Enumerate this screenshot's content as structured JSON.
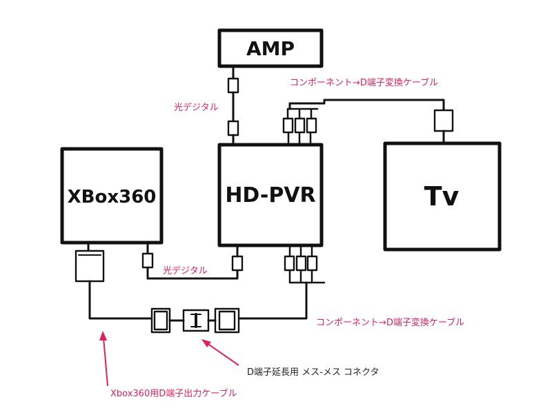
{
  "colors": {
    "ink": "#111111",
    "annotation": "#e0205a",
    "annotation_dark": "#222222",
    "background": "#ffffff"
  },
  "devices": {
    "amp": "AMP",
    "hdpvr": "HD-PVR",
    "xbox": "XBox360",
    "tv": "Tv"
  },
  "labels": {
    "optical_top": "光デジタル",
    "component_top": "コンポーネント→D端子変換ケーブル",
    "optical_bottom": "光デジタル",
    "component_bottom": "コンポーネント→D端子変換ケーブル",
    "connector": "D端子延長用 メス-メス コネクタ",
    "xbox_cable": "Xbox360用D端子出力ケーブル"
  }
}
